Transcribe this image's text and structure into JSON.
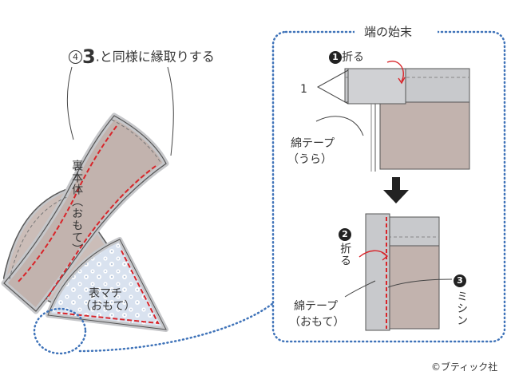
{
  "step": {
    "marker": "4",
    "number": "3",
    "text": ".と同様に縁取りする"
  },
  "parts": {
    "lining_body": "裏本体（おもて）",
    "gusset": "表マチ（おもて）"
  },
  "detail": {
    "title": "端の始末",
    "fold1_num": "1",
    "fold1_label": "折る",
    "tape_back_1": "綿テープ",
    "tape_back_2": "（うら）",
    "dimension": "1",
    "fold2_num": "2",
    "fold2_label": "折る",
    "sew_num": "3",
    "sew_label": "ミシン",
    "tape_front_1": "綿テープ",
    "tape_front_2": "（おもて）"
  },
  "copyright": "©ブティック社",
  "colors": {
    "fabric": "#c2b3ae",
    "tape": "#c6c7ca",
    "stitch": "#d8252a",
    "dotted": "#3f73b9",
    "outline": "#555555"
  }
}
